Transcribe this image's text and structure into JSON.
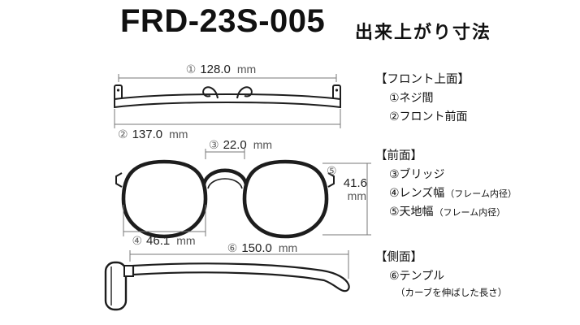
{
  "page": {
    "title": "FRD-23S-005",
    "subtitle": "出来上がり寸法"
  },
  "dims": {
    "d1": {
      "num": "①",
      "value": "128.0",
      "unit": "mm"
    },
    "d2": {
      "num": "②",
      "value": "137.0",
      "unit": "mm"
    },
    "d3": {
      "num": "③",
      "value": "22.0",
      "unit": "mm"
    },
    "d4": {
      "num": "④",
      "value": "46.1",
      "unit": "mm"
    },
    "d5": {
      "num": "⑤",
      "value": "41.6",
      "unit": "mm"
    },
    "d6": {
      "num": "⑥",
      "value": "150.0",
      "unit": "mm"
    }
  },
  "legend": {
    "front_top": {
      "header": "【フロント上面】",
      "item1": "①ネジ間",
      "item2": "②フロント前面"
    },
    "front": {
      "header": "【前面】",
      "item1": "③ブリッジ",
      "item2": "④レンズ幅",
      "item2_note": "（フレーム内径）",
      "item3": "⑤天地幅",
      "item3_note": "（フレーム内径）"
    },
    "side": {
      "header": "【側面】",
      "item1": "⑥テンプル",
      "item1_note": "（カーブを伸ばした長さ）"
    }
  }
}
